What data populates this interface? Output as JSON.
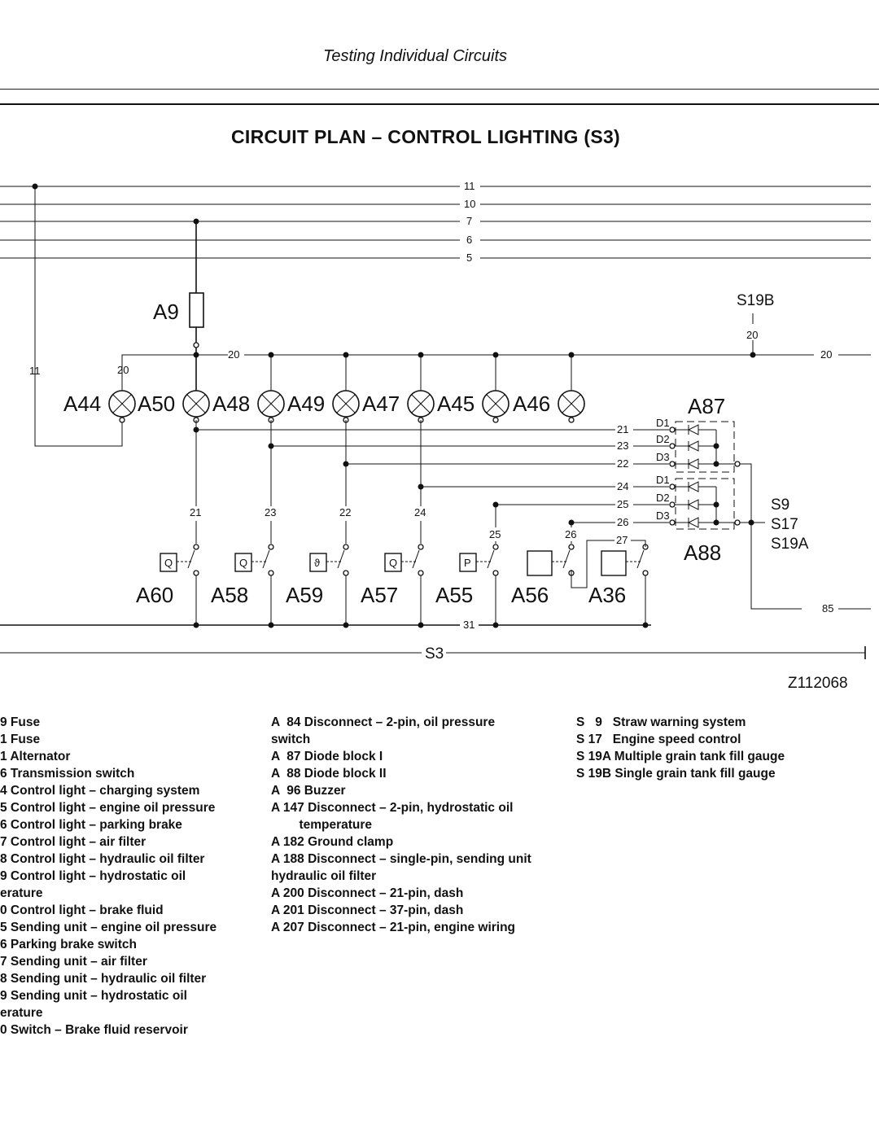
{
  "header": {
    "section_title": "Testing Individual Circuits",
    "page_title": "CIRCUIT PLAN – CONTROL LIGHTING (S3)"
  },
  "diagram": {
    "bus_lines": [
      "11",
      "10",
      "7",
      "6",
      "5"
    ],
    "wire_labels": {
      "w11": "11",
      "w20": "20",
      "w20b": "20",
      "w20c": "20",
      "w20d": "20",
      "w31": "31",
      "w85": "85",
      "w27": "27"
    },
    "fuse": "A9",
    "lamps": [
      "A44",
      "A50",
      "A48",
      "A49",
      "A47",
      "A45",
      "A46"
    ],
    "diode_lines": [
      "21",
      "23",
      "22",
      "24",
      "25",
      "26"
    ],
    "switch_wires": [
      "21",
      "23",
      "22",
      "24",
      "25",
      "26"
    ],
    "diode_pins": [
      "D1",
      "D2",
      "D3",
      "D1",
      "D2",
      "D3"
    ],
    "diode_blocks": [
      "A87",
      "A88"
    ],
    "switch_icons": [
      "Q",
      "Q",
      "ϑ",
      "Q",
      "P"
    ],
    "switches": [
      "A60",
      "A58",
      "A59",
      "A57",
      "A55",
      "A56",
      "A36"
    ],
    "connector_top": "S19B",
    "connector_right": [
      "S9",
      "S17",
      "S19A"
    ],
    "circuit": "S3",
    "figure_id": "Z112068"
  },
  "legend": {
    "col1": [
      "9 Fuse",
      "1 Fuse",
      "1 Alternator",
      "6 Transmission switch",
      "4 Control light – charging system",
      "5 Control light – engine oil pressure",
      "6 Control light – parking brake",
      "7 Control light – air filter",
      "8 Control light – hydraulic oil filter",
      "9 Control light – hydrostatic oil",
      "erature",
      "0 Control light – brake fluid",
      "5 Sending unit – engine oil pressure",
      "6 Parking brake switch",
      "7 Sending unit – air filter",
      "8 Sending unit – hydraulic oil filter",
      "9 Sending unit – hydrostatic oil",
      "erature",
      "0 Switch – Brake fluid reservoir"
    ],
    "col2": [
      "A  84 Disconnect – 2-pin, oil pressure",
      "switch",
      "A  87 Diode block I",
      "A  88 Diode block II",
      "A  96 Buzzer",
      "A 147 Disconnect – 2-pin, hydrostatic oil",
      "        temperature",
      "A 182 Ground clamp",
      "A 188 Disconnect – single-pin, sending unit",
      "hydraulic oil filter",
      "A 200 Disconnect – 21-pin, dash",
      "A 201 Disconnect – 37-pin, dash",
      "A 207 Disconnect – 21-pin, engine wiring"
    ],
    "col3": [
      "S   9   Straw warning system",
      "S 17   Engine speed control",
      "S 19A Multiple grain tank fill gauge",
      "S 19B Single grain tank fill gauge"
    ]
  }
}
